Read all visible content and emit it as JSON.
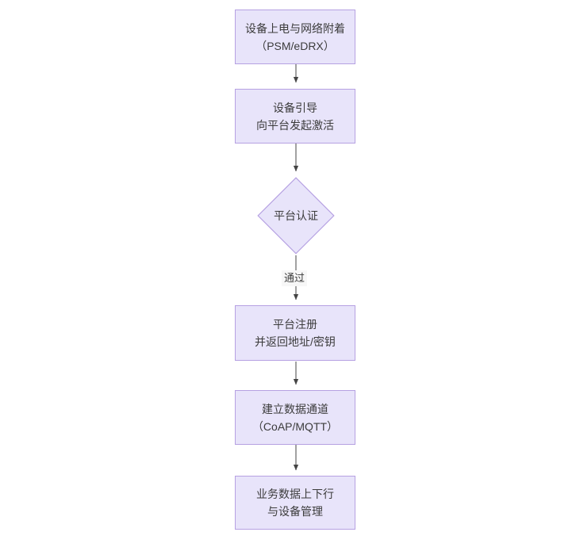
{
  "diagram": {
    "type": "flowchart",
    "orientation": "top-to-bottom",
    "colors": {
      "node_fill": "#e8e4fa",
      "node_border": "#b6a1e2",
      "edge_line": "#555555",
      "text": "#3c3c3c",
      "background": "#ffffff",
      "edge_label_bg": "#f7f7f7"
    },
    "nodes": [
      {
        "id": "n1",
        "shape": "rect",
        "line1": "设备上电与网络附着",
        "line2": "（PSM/eDRX）"
      },
      {
        "id": "n2",
        "shape": "rect",
        "line1": "设备引导",
        "line2": "向平台发起激活"
      },
      {
        "id": "n3",
        "shape": "diamond",
        "line1": "平台认证",
        "line2": ""
      },
      {
        "id": "n4",
        "shape": "rect",
        "line1": "平台注册",
        "line2": "并返回地址/密钥"
      },
      {
        "id": "n5",
        "shape": "rect",
        "line1": "建立数据通道",
        "line2": "（CoAP/MQTT）"
      },
      {
        "id": "n6",
        "shape": "rect",
        "line1": "业务数据上下行",
        "line2": "与设备管理"
      }
    ],
    "edges": [
      {
        "id": "e1",
        "from": "n1",
        "to": "n2",
        "label": ""
      },
      {
        "id": "e2",
        "from": "n2",
        "to": "n3",
        "label": ""
      },
      {
        "id": "e3",
        "from": "n3",
        "to": "n4",
        "label": "通过"
      },
      {
        "id": "e4",
        "from": "n4",
        "to": "n5",
        "label": ""
      },
      {
        "id": "e5",
        "from": "n5",
        "to": "n6",
        "label": ""
      }
    ]
  }
}
